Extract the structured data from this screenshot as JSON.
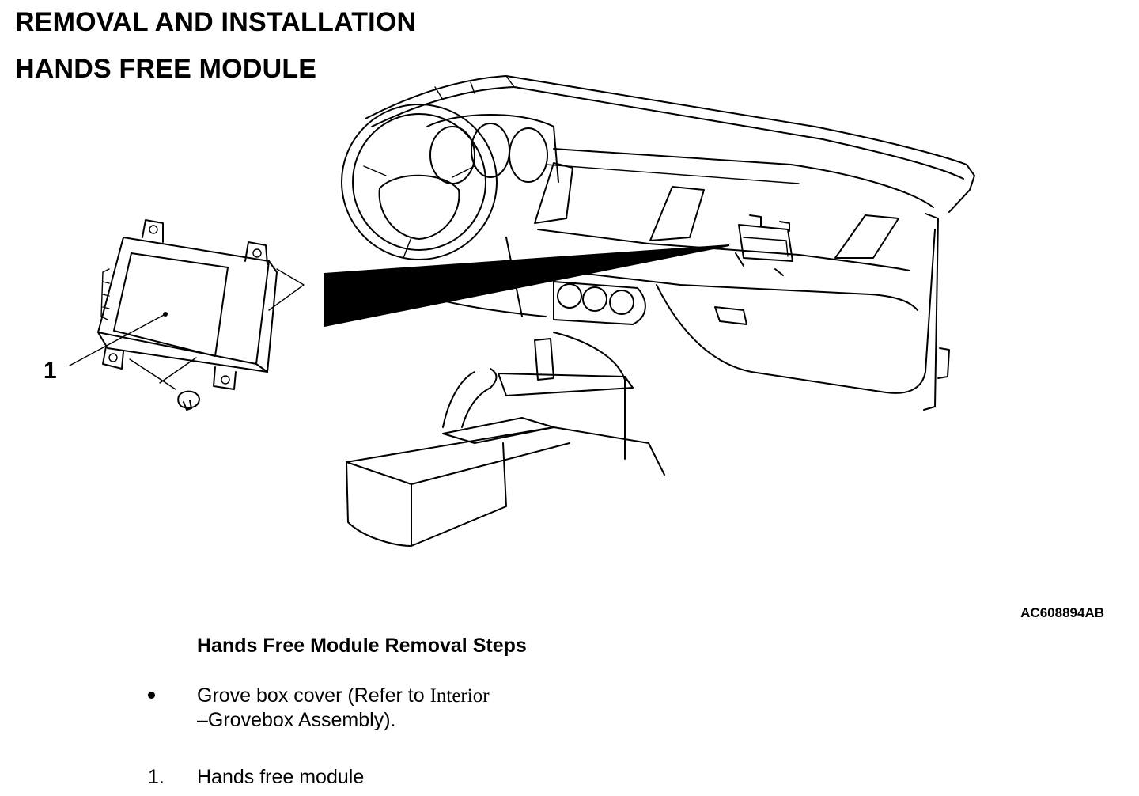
{
  "document": {
    "title": "REMOVAL AND INSTALLATION",
    "subtitle": "HANDS FREE MODULE"
  },
  "figure": {
    "callout_label": "1",
    "figure_code": "AC608894AB"
  },
  "procedure": {
    "title": "Hands Free Module Removal Steps",
    "bullet_items": [
      {
        "text_before": "Grove box cover (Refer to ",
        "reference": "Interior",
        "text_after": "–Grovebox Assembly)."
      }
    ],
    "numbered_steps": [
      {
        "number": "1.",
        "label": "Hands free module"
      }
    ]
  }
}
